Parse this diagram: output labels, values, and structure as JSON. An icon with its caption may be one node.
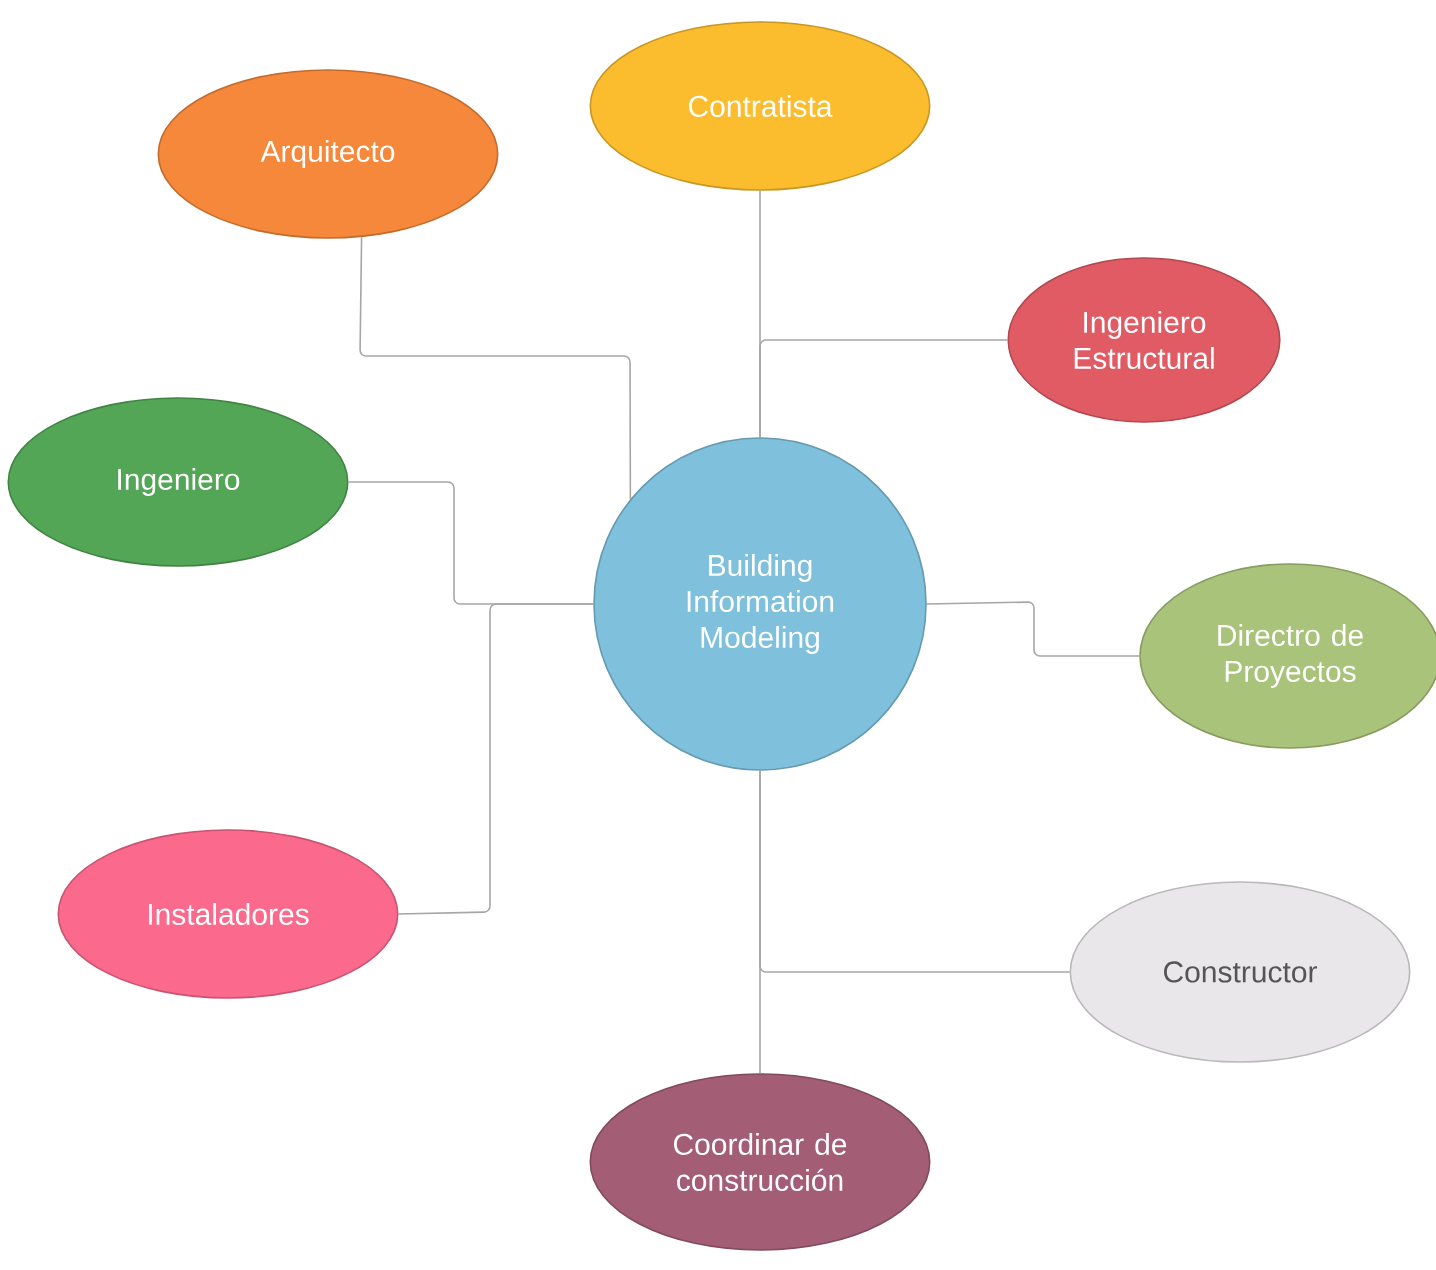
{
  "diagram": {
    "nodes": [
      {
        "text": [
          "Building Information Modeling"
        ]
      },
      {
        "text": [
          "Arquitecto"
        ]
      },
      {
        "text": [
          "Contratista"
        ]
      },
      {
        "text": [
          "Ingeniero Estructural"
        ]
      },
      {
        "text": [
          "Ingeniero"
        ]
      },
      {
        "text": [
          "Directro de Proyectos"
        ]
      },
      {
        "text": [
          "Instaladores"
        ]
      },
      {
        "text": [
          "Constructor"
        ]
      },
      {
        "text": [
          "Coordinar de construcción"
        ]
      }
    ],
    "edges": [
      {
        "from": 0,
        "to": 1,
        "arrow": "none"
      },
      {
        "from": 0,
        "to": 2,
        "arrow": "none"
      },
      {
        "from": 0,
        "to": 3,
        "arrow": "none"
      },
      {
        "from": 0,
        "to": 4,
        "arrow": "none"
      },
      {
        "from": 0,
        "to": 5,
        "arrow": "none"
      },
      {
        "from": 0,
        "to": 6,
        "arrow": "none"
      },
      {
        "from": 0,
        "to": 7,
        "arrow": "none"
      },
      {
        "from": 0,
        "to": 8,
        "arrow": "none"
      }
    ]
  }
}
